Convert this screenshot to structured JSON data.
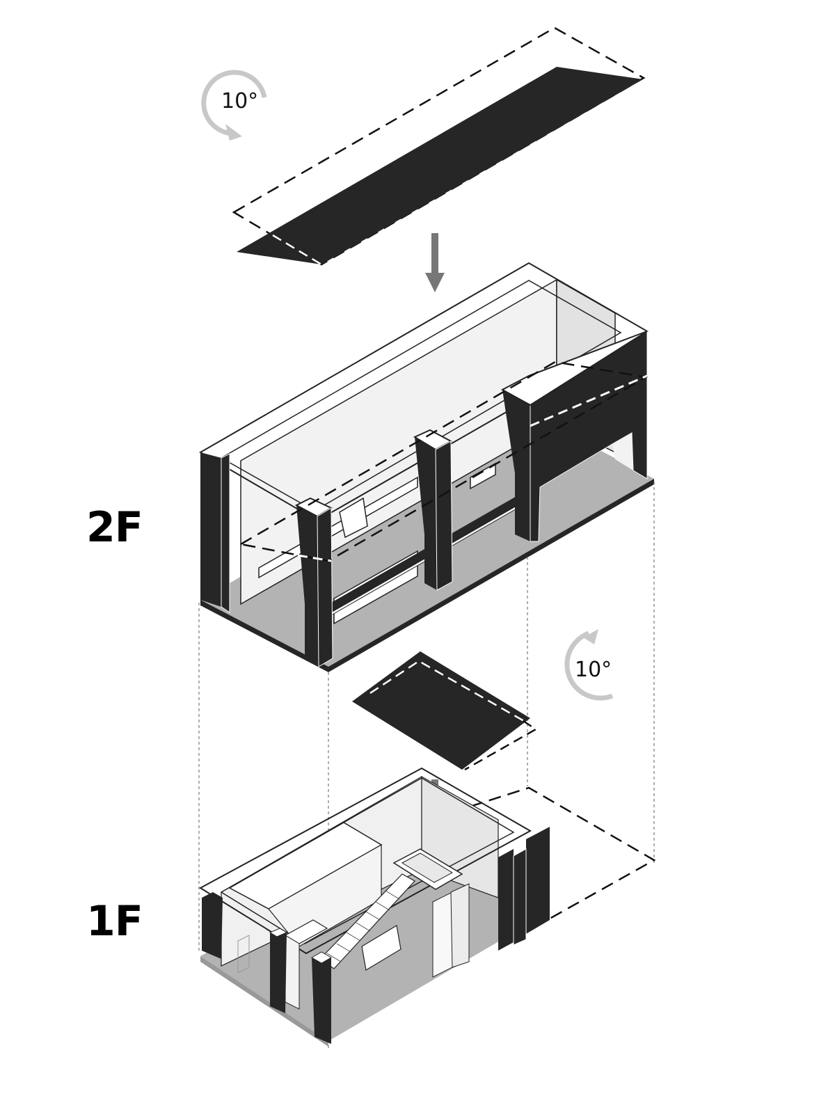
{
  "labels": {
    "floor_upper": "2F",
    "floor_lower": "1F",
    "rotation_top": "10°",
    "rotation_mid": "10°"
  },
  "colors": {
    "solid": "#262626",
    "floor_gray": "#b3b3b3",
    "wall_light": "#efefef",
    "arrow_gray": "#777777",
    "rotation_gray": "#c8c8c8",
    "dashed": "#111111"
  },
  "icons": {
    "rotation": "rotate-clockwise-icon",
    "rotation_ccw": "rotate-counterclockwise-icon",
    "down_arrow": "arrow-down-icon"
  }
}
